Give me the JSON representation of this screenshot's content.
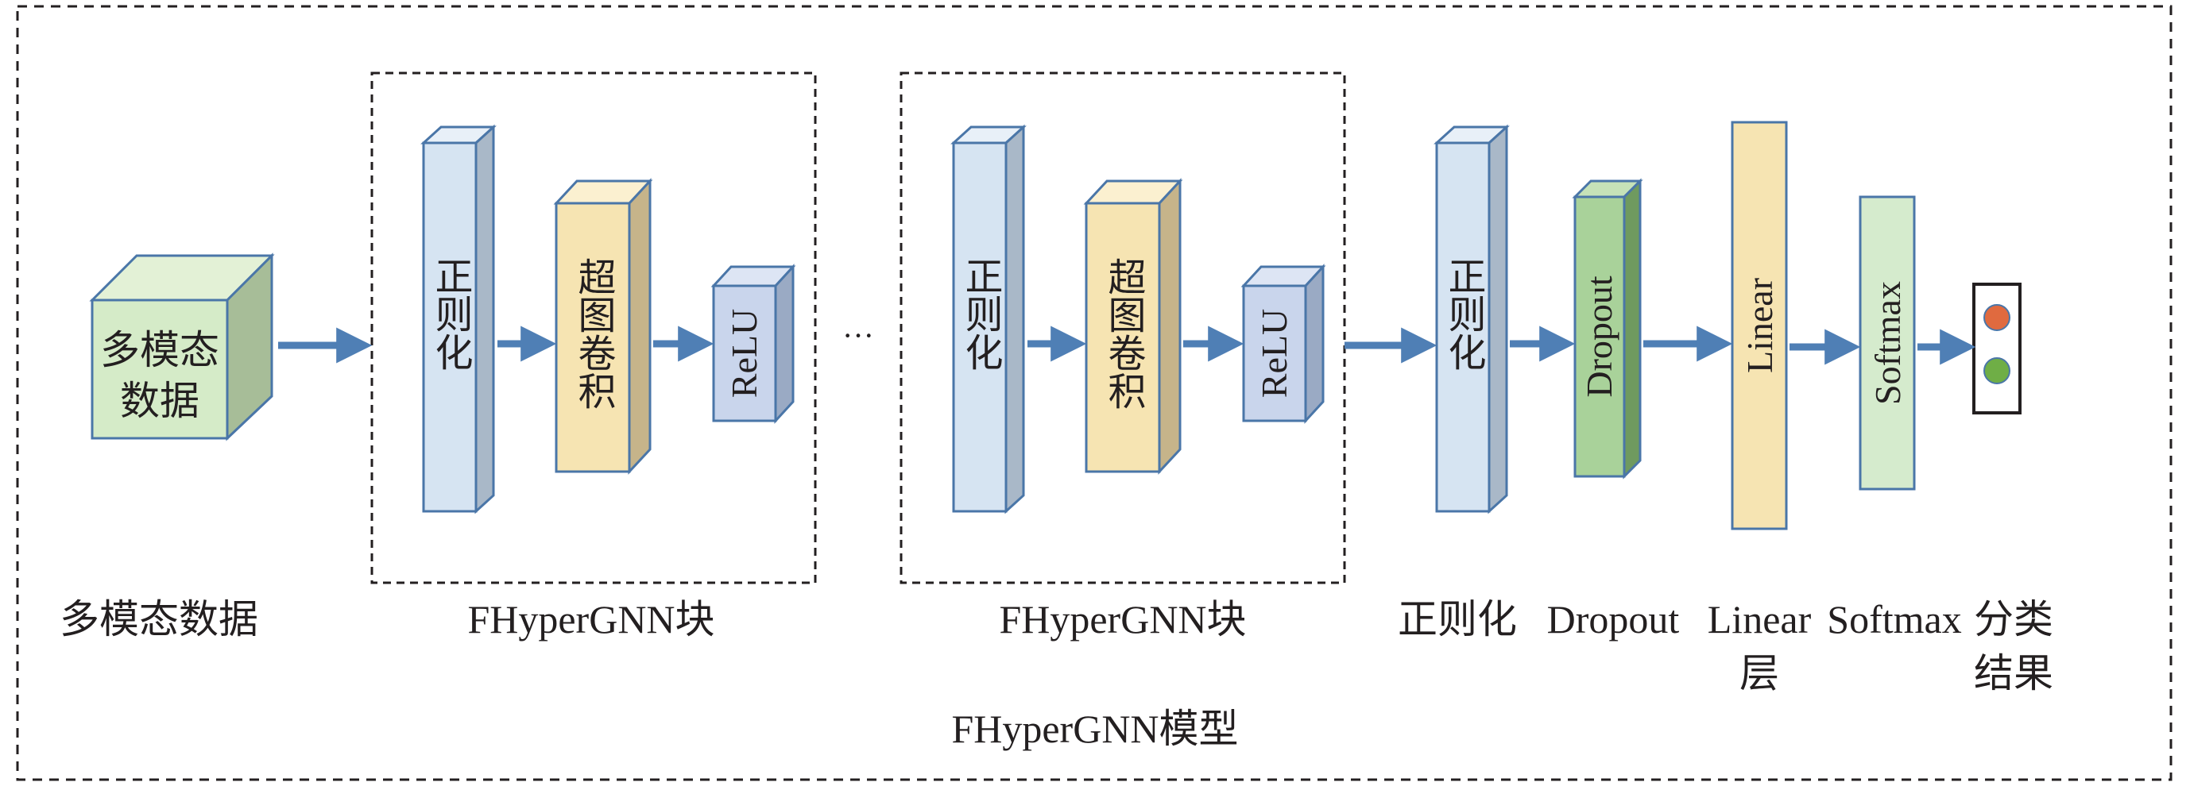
{
  "diagram": {
    "model_label": "FHyperGNN模型",
    "input": {
      "cube_line1": "多模态",
      "cube_line2": "数据",
      "caption": "多模态数据"
    },
    "blocks": [
      {
        "caption": "FHyperGNN块",
        "norm_text": "正则化",
        "conv_text": "超图卷积",
        "relu_text": "ReLU"
      },
      {
        "caption": "FHyperGNN块",
        "norm_text": "正则化",
        "conv_text": "超图卷积",
        "relu_text": "ReLU"
      }
    ],
    "ellipsis": "···",
    "tail": {
      "norm": {
        "text": "正则化",
        "caption": "正则化"
      },
      "dropout": {
        "text": "Dropout",
        "caption": "Dropout"
      },
      "linear": {
        "text": "Linear",
        "caption_line1": "Linear",
        "caption_line2": "层"
      },
      "softmax": {
        "text": "Softmax",
        "caption": "Softmax"
      }
    },
    "result": {
      "caption_line1": "分类",
      "caption_line2": "结果"
    },
    "colors": {
      "norm": "#d6e4f2",
      "conv": "#f6e4b2",
      "relu": "#c9d5ec",
      "dropout": "#a9d29a",
      "linear": "#f6e4b2",
      "softmax": "#d5ebcd",
      "input": "#d5ebc8",
      "arrow": "#4f7fb5",
      "dot_red": "#e06a3f",
      "dot_green": "#6fae46"
    }
  }
}
